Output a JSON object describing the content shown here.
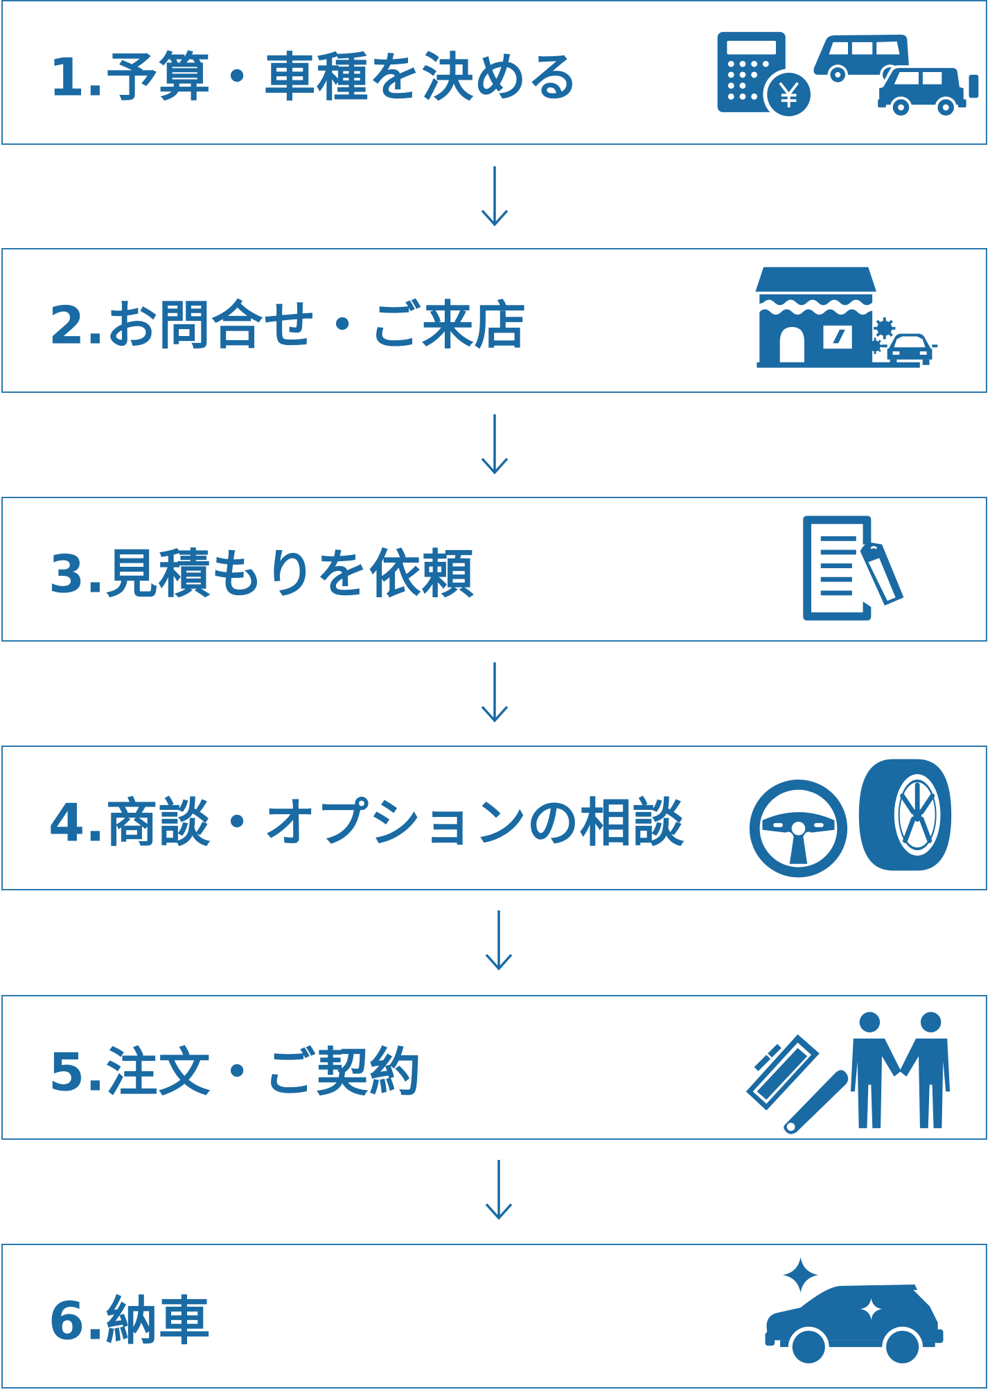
{
  "colors": {
    "accent": "#1a6aa3",
    "border": "#2a78ad"
  },
  "steps": [
    {
      "label": "1.予算・車種を決める",
      "icon": "calculator-yen-cars-icon"
    },
    {
      "label": "2.お問合せ・ご来店",
      "icon": "dealership-store-icon"
    },
    {
      "label": "3.見積もりを依頼",
      "icon": "estimate-document-pen-icon"
    },
    {
      "label": "4.商談・オプションの相談",
      "icon": "steering-wheel-tire-icon"
    },
    {
      "label": "5.注文・ご契約",
      "icon": "contract-handshake-icon"
    },
    {
      "label": "6.納車",
      "icon": "sparkling-car-icon"
    }
  ]
}
